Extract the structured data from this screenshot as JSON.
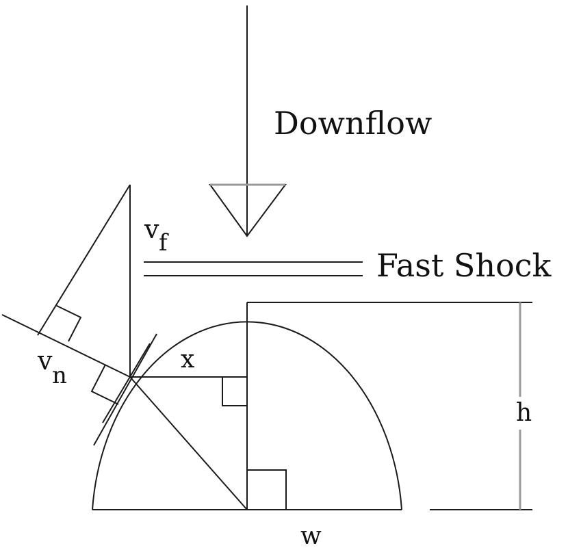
{
  "labels": {
    "downflow": "Downflow",
    "fast_shock": "Fast Shock",
    "v_f_base": "v",
    "v_f_sub": "f",
    "v_n_base": "v",
    "v_n_sub": "n",
    "x": "x",
    "h": "h",
    "w": "w"
  }
}
